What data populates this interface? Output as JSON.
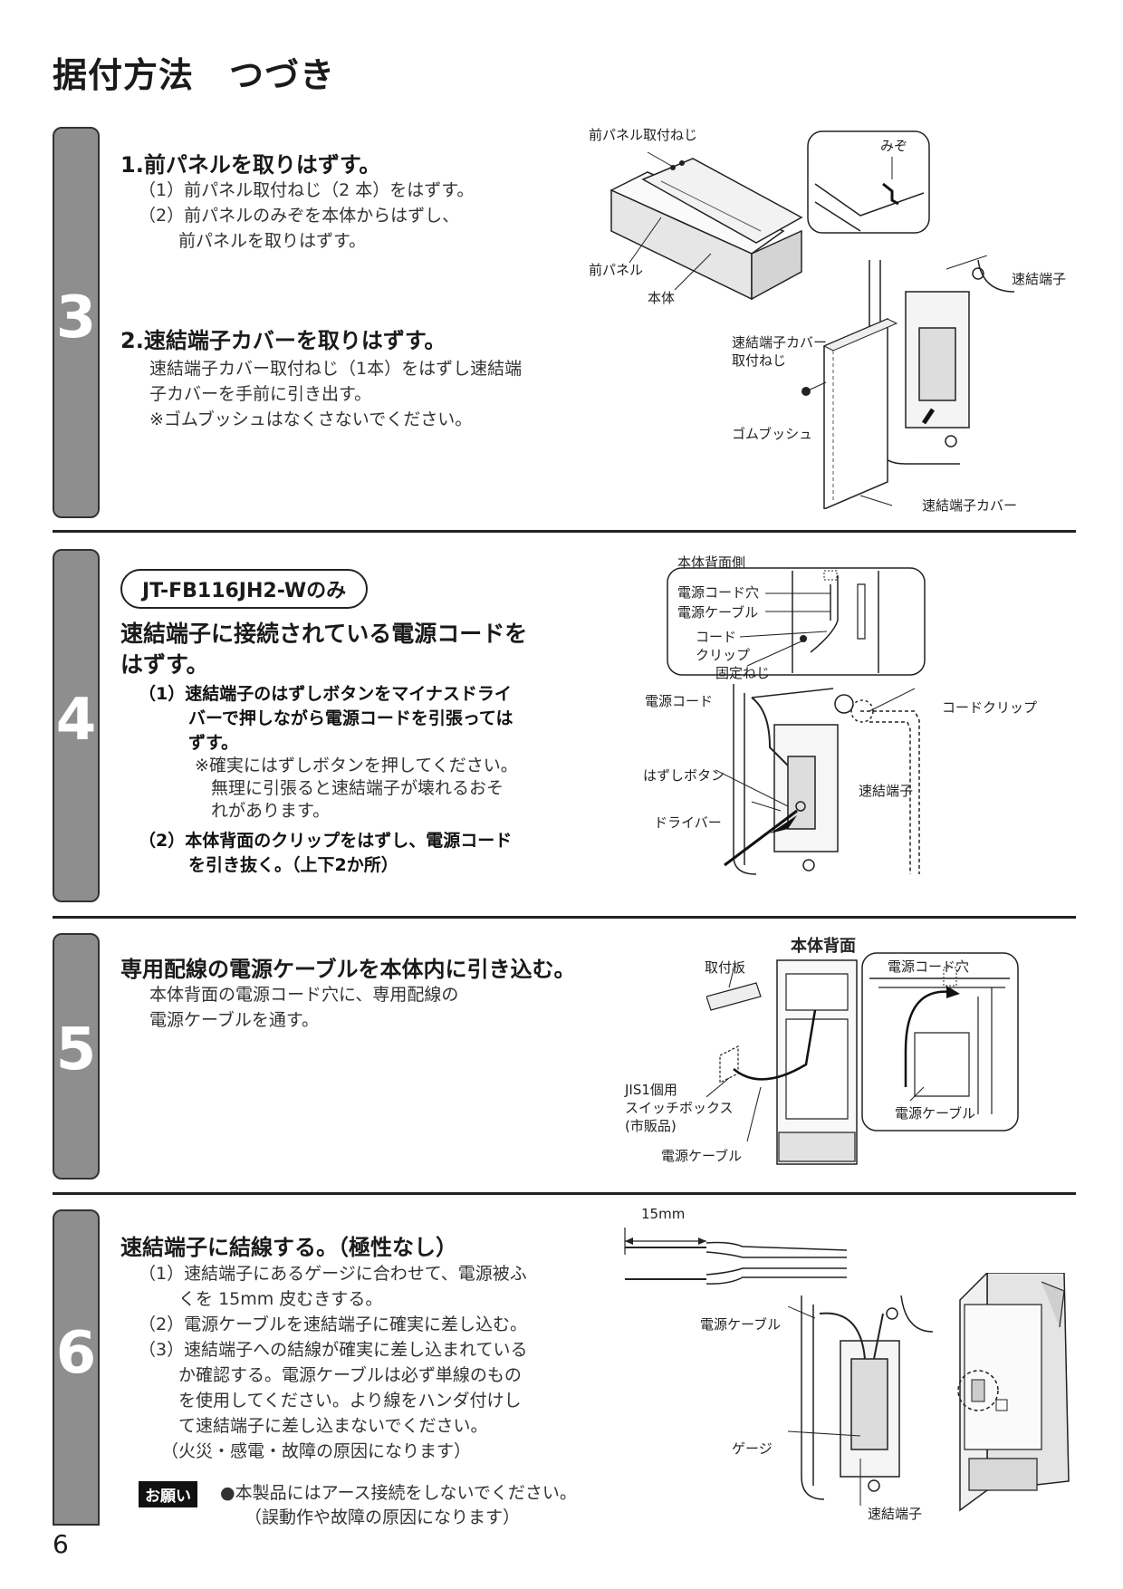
{
  "page_title": "据付方法　つづき",
  "page_number": "6",
  "request_label": "お願い",
  "steps": [
    {
      "number": "3",
      "sections": [
        {
          "heading": "1.前パネルを取りはずす。",
          "items": [
            "（1）前パネル取付ねじ（2 本）をはずす。",
            "（2）前パネルのみぞを本体からはずし、",
            "　　 前パネルを取りはずす。"
          ]
        },
        {
          "heading": "2.速結端子カバーを取りはずす。",
          "lines": [
            "速結端子カバー取付ねじ（1本）をはずし速結端",
            "子カバーを手前に引き出す。",
            "※ゴムブッシュはなくさないでください。"
          ]
        }
      ],
      "figure_labels": {
        "front_panel_screw": "前パネル取付ねじ",
        "groove": "みぞ",
        "front_panel": "前パネル",
        "main_body": "本体",
        "quick_terminal": "速結端子",
        "cover_screw_1": "速結端子カバー",
        "cover_screw_2": "取付ねじ",
        "rubber_bushing": "ゴムブッシュ",
        "terminal_cover": "速結端子カバー"
      }
    },
    {
      "number": "4",
      "model": "JT-FB116JH2-Wのみ",
      "heading_1": "速結端子に接続されている電源コードを",
      "heading_2": "はずす。",
      "items": [
        "（1）速結端子のはずしボタンをマイナスドライ",
        "バーで押しながら電源コードを引張っては",
        "ずす。"
      ],
      "notes": [
        "※確実にはずしボタンを押してください。",
        "無理に引張ると速結端子が壊れるおそ",
        "れがあります。"
      ],
      "items_2": [
        "（2）本体背面のクリップをはずし、電源コード",
        "を引き抜く。（上下2か所）"
      ],
      "figure_labels": {
        "rear_side": "本体背面側",
        "cord_hole": "電源コード穴",
        "power_cable": "電源ケーブル",
        "cord_1": "コード",
        "clip": "クリップ",
        "fixing_screw": "固定ねじ",
        "power_cord": "電源コード",
        "cord_clip": "コードクリップ",
        "release_button": "はずしボタン",
        "quick_terminal": "速結端子",
        "driver": "ドライバー"
      }
    },
    {
      "number": "5",
      "heading": "専用配線の電源ケーブルを本体内に引き込む。",
      "lines": [
        "本体背面の電源コード穴に、専用配線の",
        "電源ケーブルを通す。"
      ],
      "figure_labels": {
        "rear": "本体背面",
        "mounting_plate": "取付板",
        "cord_hole": "電源コード穴",
        "switch_box_1": "JIS1個用",
        "switch_box_2": "スイッチボックス",
        "switch_box_3": "(市販品)",
        "power_cable_a": "電源ケーブル",
        "power_cable_b": "電源ケーブル"
      }
    },
    {
      "number": "6",
      "heading": "速結端子に結線する。（極性なし）",
      "items": [
        "（1）速結端子にあるゲージに合わせて、電源被ふ",
        "　　 くを 15mm 皮むきする。",
        "（2）電源ケーブルを速結端子に確実に差し込む。",
        "（3）速結端子への結線が確実に差し込まれている",
        "　　 か確認する。電源ケーブルは必ず単線のもの",
        "　　 を使用してください。より線をハンダ付けし",
        "　　 て速結端子に差し込まないでください。",
        "　 （火災・感電・故障の原因になります）"
      ],
      "request_lines": [
        "●本製品にはアース接続をしないでください。",
        "（誤動作や故障の原因になります）"
      ],
      "figure_labels": {
        "strip_length": "15mm",
        "power_cable": "電源ケーブル",
        "gauge": "ゲージ",
        "quick_terminal": "速結端子"
      }
    }
  ]
}
